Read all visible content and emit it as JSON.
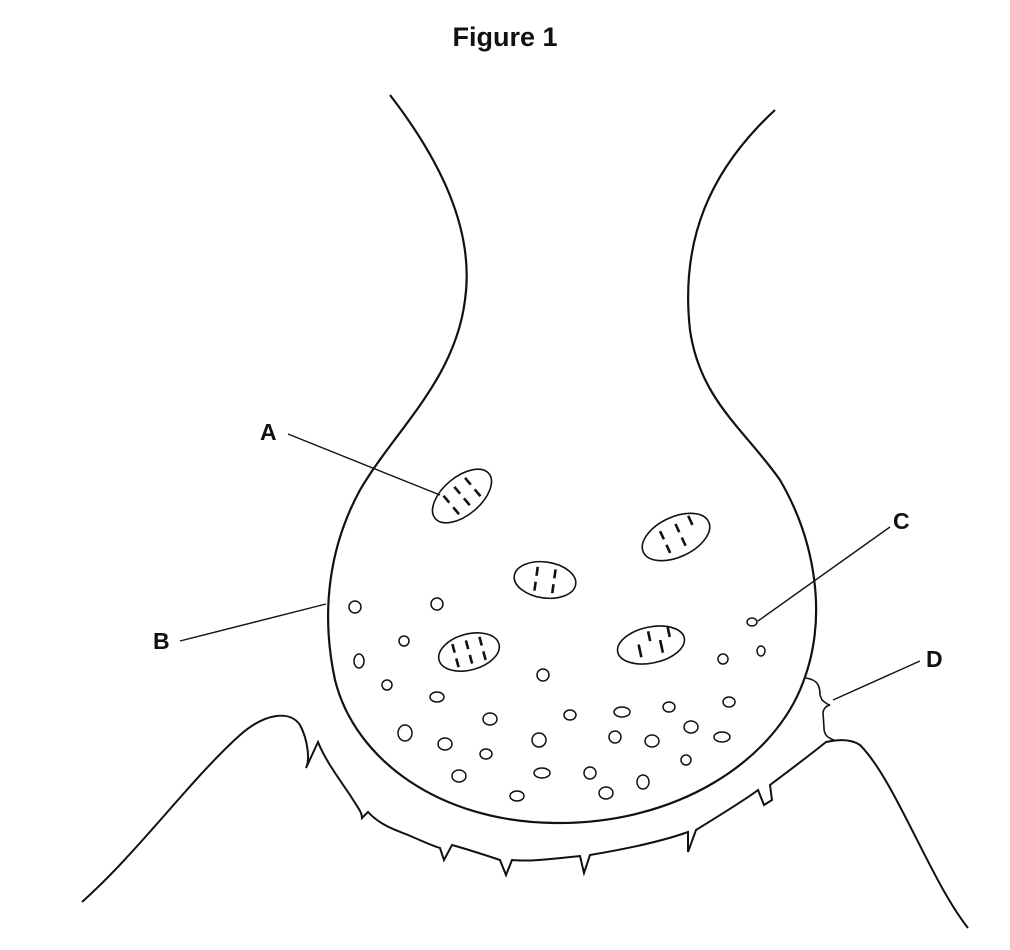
{
  "figure": {
    "title": "Figure 1",
    "subject": "synapse diagram"
  },
  "labels": {
    "A": "A",
    "B": "B",
    "C": "C",
    "D": "D"
  },
  "structures": [
    {
      "label": "A",
      "points_to": "mitochondrion"
    },
    {
      "label": "B",
      "points_to": "presynaptic membrane"
    },
    {
      "label": "C",
      "points_to": "synaptic vesicle"
    },
    {
      "label": "D",
      "points_to": "synaptic cleft"
    }
  ],
  "colors": {
    "line": "#111111",
    "background": "#ffffff"
  }
}
